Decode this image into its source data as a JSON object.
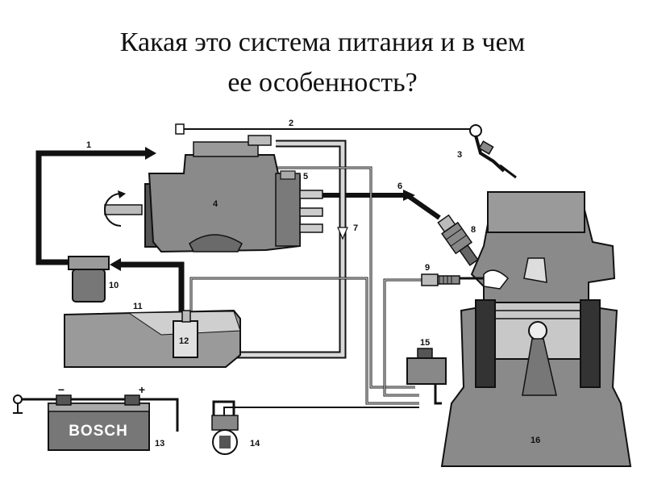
{
  "title": {
    "line1": "Какая это система питания и в чем",
    "line2": "ее особенность?"
  },
  "diagram": {
    "labels": [
      "1",
      "2",
      "3",
      "4",
      "5",
      "6",
      "7",
      "8",
      "9",
      "10",
      "11",
      "12",
      "13",
      "14",
      "15",
      "16"
    ],
    "battery_brand": "BOSCH",
    "battery_minus": "−",
    "battery_plus": "+",
    "colors": {
      "ink": "#111111",
      "body_fill": "#8a8a8a",
      "light_fill": "#c8c8c8",
      "dark_fill": "#555555"
    }
  }
}
